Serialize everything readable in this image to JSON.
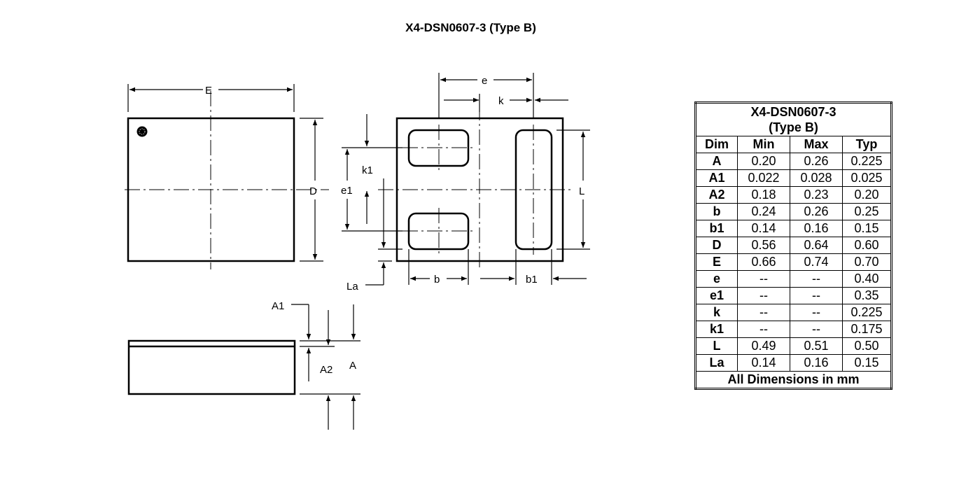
{
  "title": "X4-DSN0607-3 (Type B)",
  "labels": {
    "E": "E",
    "D": "D",
    "e": "e",
    "k": "k",
    "k1": "k1",
    "e1": "e1",
    "L": "L",
    "La": "La",
    "b": "b",
    "b1": "b1",
    "A1": "A1",
    "A2": "A2",
    "A": "A"
  },
  "table": {
    "caption_line1": "X4-DSN0607-3",
    "caption_line2": "(Type B)",
    "headers": [
      "Dim",
      "Min",
      "Max",
      "Typ"
    ],
    "rows": [
      [
        "A",
        "0.20",
        "0.26",
        "0.225"
      ],
      [
        "A1",
        "0.022",
        "0.028",
        "0.025"
      ],
      [
        "A2",
        "0.18",
        "0.23",
        "0.20"
      ],
      [
        "b",
        "0.24",
        "0.26",
        "0.25"
      ],
      [
        "b1",
        "0.14",
        "0.16",
        "0.15"
      ],
      [
        "D",
        "0.56",
        "0.64",
        "0.60"
      ],
      [
        "E",
        "0.66",
        "0.74",
        "0.70"
      ],
      [
        "e",
        "--",
        "--",
        "0.40"
      ],
      [
        "e1",
        "--",
        "--",
        "0.35"
      ],
      [
        "k",
        "--",
        "--",
        "0.225"
      ],
      [
        "k1",
        "--",
        "--",
        "0.175"
      ],
      [
        "L",
        "0.49",
        "0.51",
        "0.50"
      ],
      [
        "La",
        "0.14",
        "0.16",
        "0.15"
      ]
    ],
    "footer": "All Dimensions in mm"
  }
}
